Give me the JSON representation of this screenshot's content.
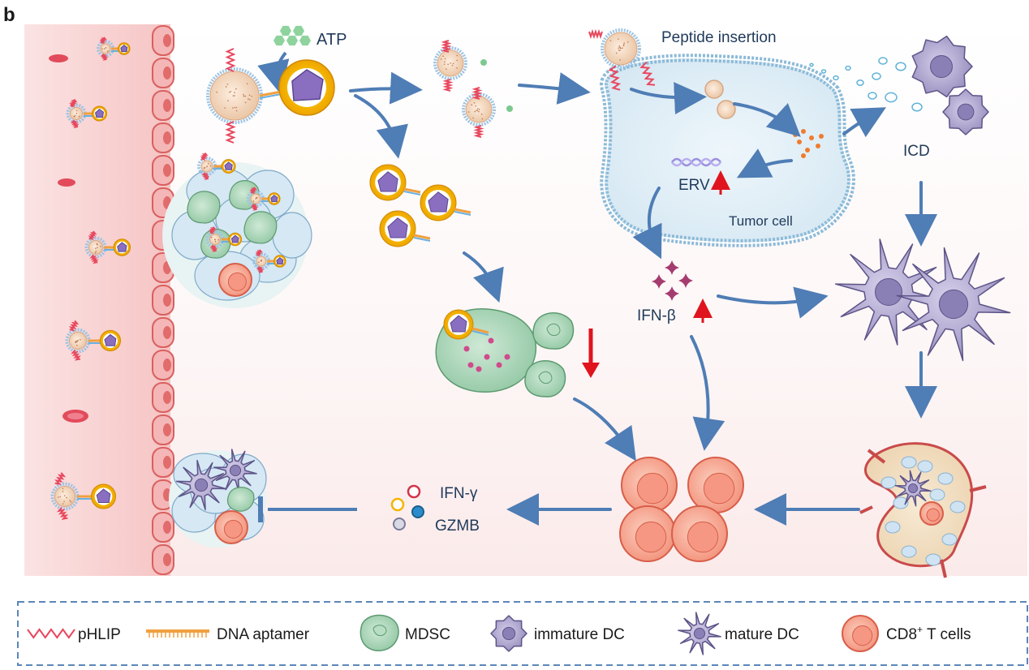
{
  "panel_letter": "b",
  "labels": {
    "atp": "ATP",
    "peptide_insertion": "Peptide insertion",
    "icd": "ICD",
    "erv": "ERV",
    "tumor_cell": "Tumor cell",
    "ifn_beta": "IFN-β",
    "ifn_gamma": "IFN-γ",
    "gzmb": "GZMB"
  },
  "legend": {
    "phlip": "pHLIP",
    "dna_aptamer": "DNA aptamer",
    "mdsc": "MDSC",
    "immature_dc": "immature DC",
    "mature_dc": "mature DC",
    "cd8_t_cells": "CD8",
    "cd8_superscript": "+",
    "cd8_suffix": " T cells"
  },
  "colors": {
    "arrow_blue": "#4f7db5",
    "up_arrow_red": "#e0141e",
    "phlip_red": "#e8475e",
    "aptamer_orange": "#f0a040",
    "mdsc_green": "#a8d4b5",
    "dc_purple": "#a69cc8",
    "tcell_peach": "#f7a78e",
    "membrane_blue": "#8cbad8",
    "legend_border": "#5b86b9"
  }
}
